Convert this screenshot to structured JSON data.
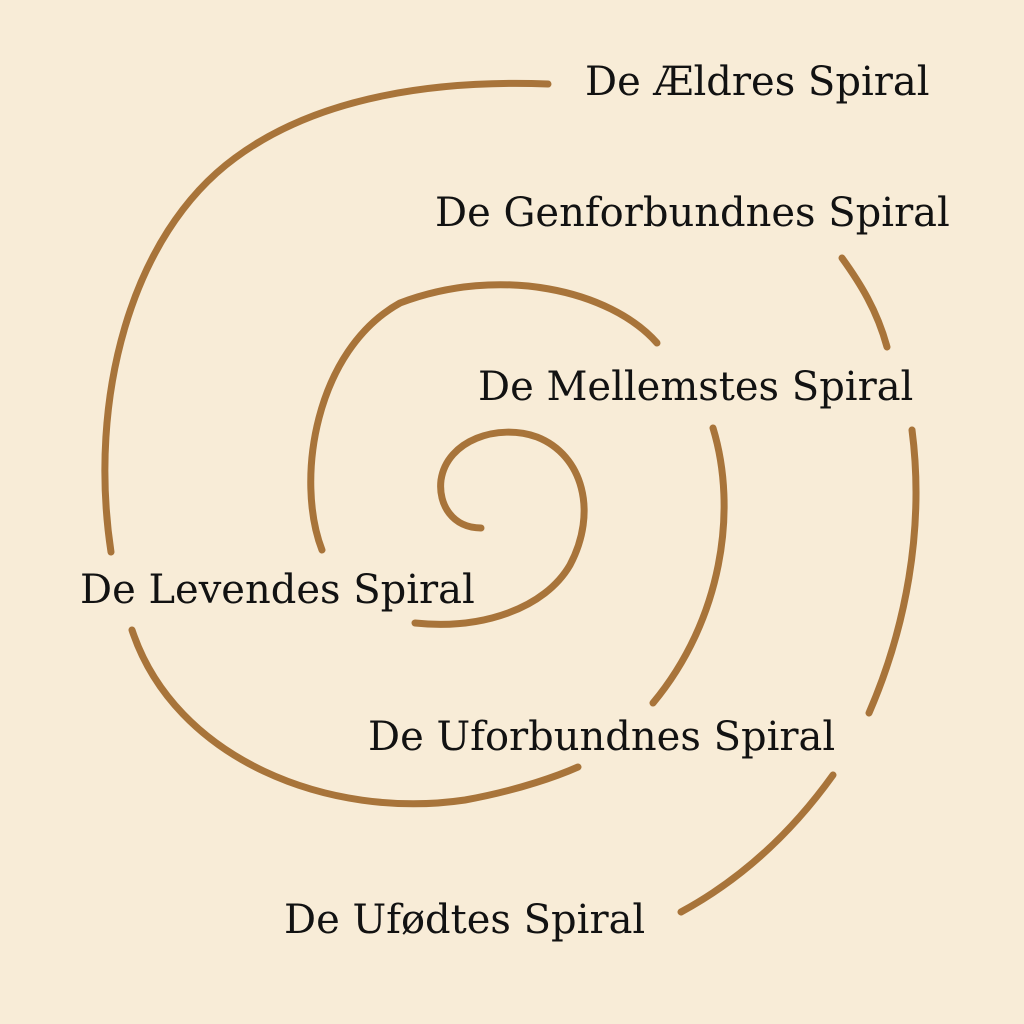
{
  "colors": {
    "background": "#f8ecd7",
    "spiral": "#a8743a",
    "text": "#121212"
  },
  "labels": {
    "aeldres": "De Ældres Spiral",
    "genforbundnes": "De Genforbundnes Spiral",
    "mellemstes": "De Mellemstes Spiral",
    "levendes": "De Levendes Spiral",
    "uforbundnes": "De Uforbundnes Spiral",
    "ufodtes": "De Ufødtes Spiral"
  }
}
